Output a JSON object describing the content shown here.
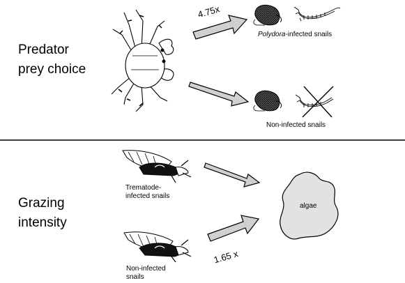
{
  "sections": {
    "predator": {
      "title_line1": "Predator",
      "title_line2": "prey choice",
      "ratio_label": "4.75x",
      "infected_label_italic": "Polydora",
      "infected_label_rest": "-infected snails",
      "noninfected_label": "Non-infected snails"
    },
    "grazing": {
      "title_line1": "Grazing",
      "title_line2": "intensity",
      "trematode_label_line1": "Trematode-",
      "trematode_label_line2": "infected snails",
      "noninfected_label_line1": "Non-infected",
      "noninfected_label_line2": "snails",
      "ratio_label": "1.65 x",
      "algae_label": "algae"
    }
  },
  "colors": {
    "arrow_fill": "#d0d0d0",
    "algae_fill": "#e2e2e2",
    "line": "#000000"
  },
  "icons": [
    "crab-icon",
    "periwinkle-snail-icon",
    "polydora-worm-icon",
    "trematode-snail-icon",
    "algae-patch"
  ]
}
